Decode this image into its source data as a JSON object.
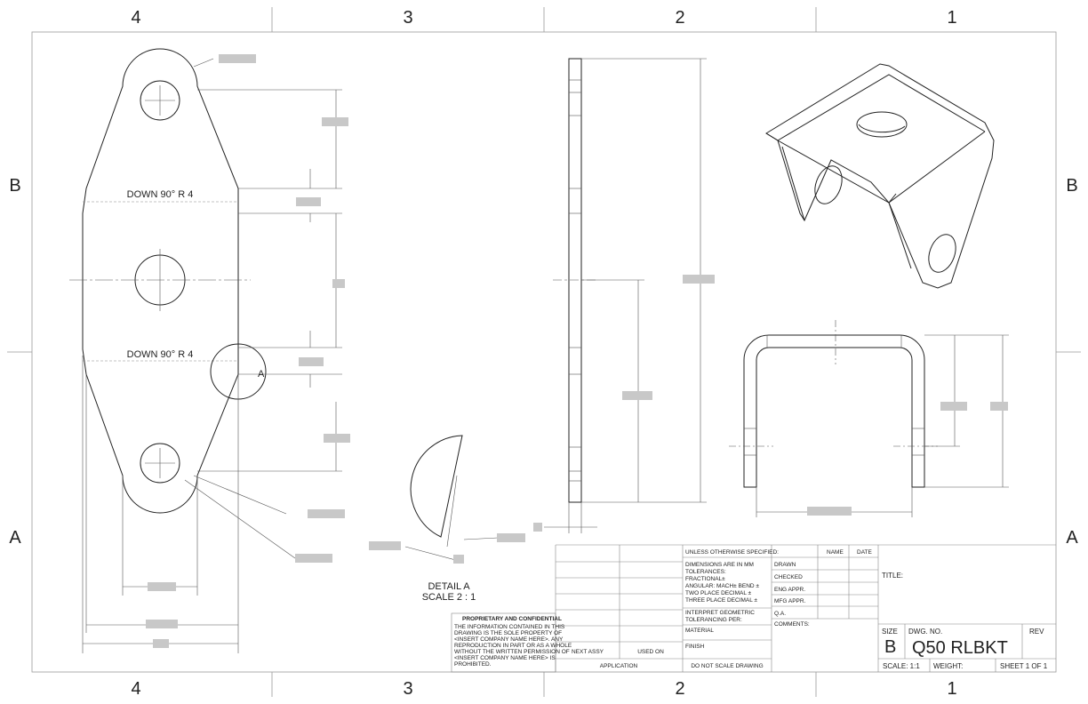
{
  "zones": {
    "columns": [
      "4",
      "3",
      "2",
      "1"
    ],
    "rows": [
      "B",
      "A"
    ]
  },
  "flat_pattern": {
    "bend_upper": "DOWN  90°  R 4",
    "bend_lower": "DOWN  90°  R 4",
    "detail_marker": "A"
  },
  "detail": {
    "title": "DETAIL A",
    "scale": "SCALE 2 : 1"
  },
  "title_block": {
    "unless_specified": "UNLESS OTHERWISE SPECIFIED:",
    "name_header": "NAME",
    "date_header": "DATE",
    "dimensions": "DIMENSIONS ARE IN MM",
    "tolerances": "TOLERANCES:",
    "fractional": "FRACTIONAL±",
    "angular": "ANGULAR: MACH±    BEND ±",
    "two_place": "TWO PLACE DECIMAL    ±",
    "three_place": "THREE PLACE DECIMAL  ±",
    "interpret": "INTERPRET GEOMETRIC",
    "tolerancing": "TOLERANCING PER:",
    "material": "MATERIAL",
    "finish": "FINISH",
    "do_not_scale": "DO NOT SCALE DRAWING",
    "drawn": "DRAWN",
    "checked": "CHECKED",
    "eng_appr": "ENG APPR.",
    "mfg_appr": "MFG APPR.",
    "qa": "Q.A.",
    "comments": "COMMENTS:",
    "next_assy": "NEXT ASSY",
    "used_on": "USED ON",
    "application": "APPLICATION",
    "title_label": "TITLE:",
    "size_label": "SIZE",
    "size_value": "B",
    "dwg_no_label": "DWG.  NO.",
    "dwg_no": "Q50 RLBKT",
    "rev_label": "REV",
    "scale": "SCALE: 1:1",
    "weight": "WEIGHT:",
    "sheet": "SHEET 1 OF 1",
    "proprietary_title": "PROPRIETARY AND CONFIDENTIAL",
    "proprietary_lines": [
      "THE INFORMATION CONTAINED IN THIS",
      "DRAWING IS THE SOLE PROPERTY OF",
      "<INSERT COMPANY NAME HERE>.  ANY",
      "REPRODUCTION IN PART OR AS A WHOLE",
      "WITHOUT THE WRITTEN PERMISSION OF",
      "<INSERT COMPANY NAME HERE> IS",
      "PROHIBITED."
    ]
  }
}
